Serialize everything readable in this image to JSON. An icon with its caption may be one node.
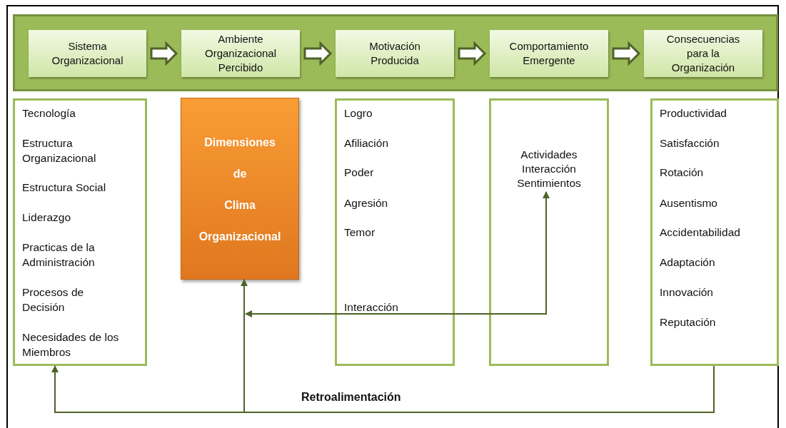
{
  "diagram": {
    "nodes": [
      {
        "text": [],
        "shape": "box"
      },
      {
        "text": [
          "Sistema Organizacional"
        ],
        "in": 0
      },
      {
        "text": [
          "Ambiente Organizacional Percibido"
        ],
        "in": 0
      },
      {
        "text": [
          "Motivación Producida"
        ],
        "in": 0
      },
      {
        "text": [
          "Comportamiento Emergente"
        ],
        "in": 0
      },
      {
        "text": [
          "Consecuencias para la Organización"
        ],
        "in": 0
      },
      {
        "text": [
          "Tecnología",
          "Estructura Organizacional",
          "Estructura Social",
          "Liderazgo",
          "Practicas de la Administración",
          "Procesos de Decisión",
          "Necesidades de los Miembros"
        ]
      },
      {
        "text": [
          "Dimensiones de Clima Organizacional"
        ]
      },
      {
        "text": [
          "Logro",
          "Afiliación",
          "Poder",
          "Agresión",
          "Temor",
          "Interacción"
        ]
      },
      {
        "text": [],
        "shape": "box"
      },
      {
        "text": [
          "Actividades Interacción Sentimientos"
        ],
        "in": 9
      },
      {
        "text": [
          "Productividad",
          "Satisfacción",
          "Rotación",
          "Ausentismo",
          "Accidentabilidad",
          "Adaptación",
          "Innovación",
          "Reputación"
        ]
      }
    ],
    "edges": [
      {
        "from": 1,
        "to": 2,
        "arrow": "to"
      },
      {
        "from": 2,
        "to": 3,
        "arrow": "to"
      },
      {
        "from": 3,
        "to": 4,
        "arrow": "to"
      },
      {
        "from": 4,
        "to": 5,
        "arrow": "to"
      },
      {
        "from": 11,
        "to": 6,
        "arrow": "to"
      },
      {
        "from": 11,
        "to": 7,
        "arrow": "to"
      },
      {
        "from": null,
        "to": 10,
        "arrow": "both"
      }
    ],
    "labels": [
      "Retroalimentación"
    ]
  }
}
